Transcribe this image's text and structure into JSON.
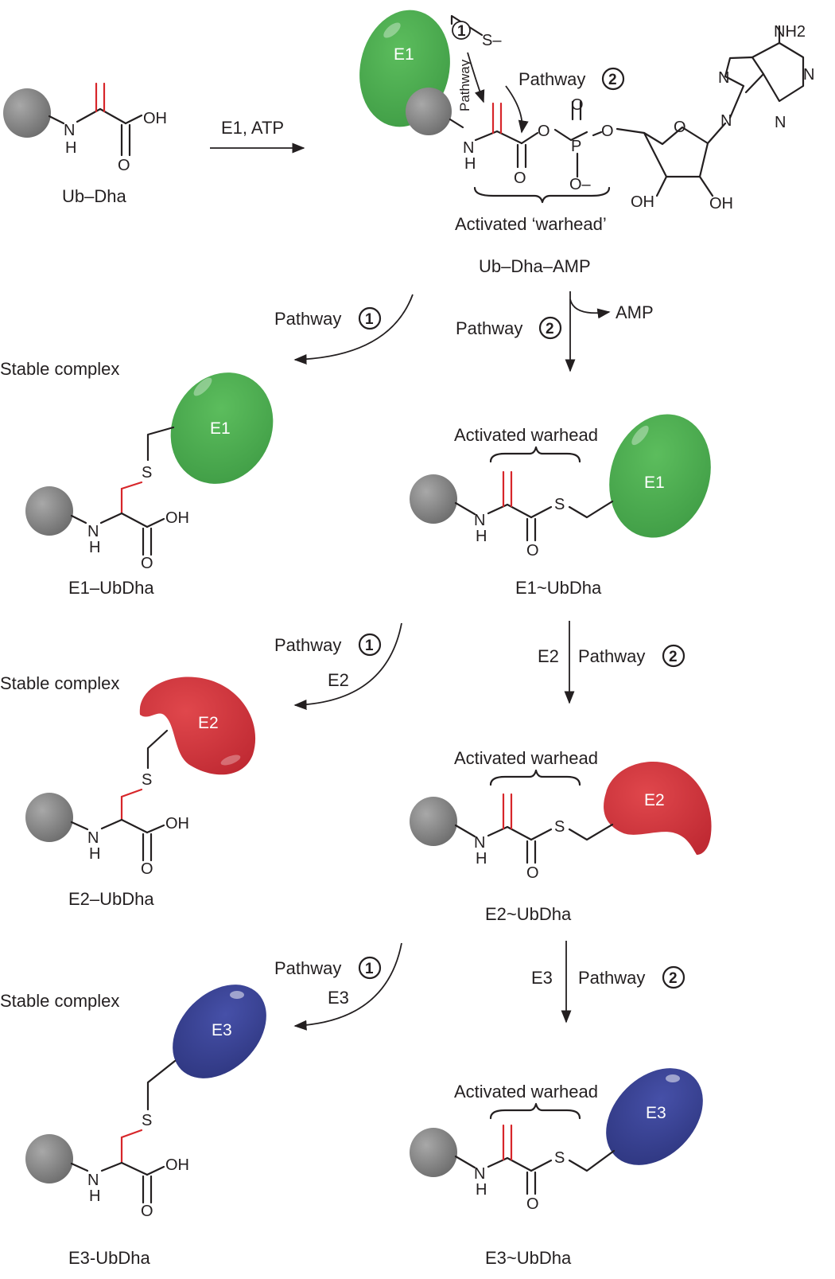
{
  "start": {
    "label": "Ub–Dha",
    "reagents": "E1, ATP"
  },
  "amp_complex": {
    "label": "Ub–Dha–AMP",
    "warhead_label": "Activated ‘warhead’",
    "enzyme": "E1",
    "pathway_small": "Pathway",
    "pathway_right": "Pathway",
    "atoms": {
      "nh2": "NH2",
      "oh": "OH",
      "o": "O",
      "p": "P",
      "o_minus": "O–",
      "s_minus": "S–",
      "n": "N",
      "h": "H"
    }
  },
  "pathway_word": "Pathway",
  "marks": {
    "one": "1",
    "two": "2"
  },
  "side_amp": "AMP",
  "stable_complex": "Stable complex",
  "activated_warhead": "Activated warhead",
  "reagent_e2": "E2",
  "reagent_e3": "E3",
  "left": [
    {
      "enzyme": "E1",
      "label": "E1–UbDha",
      "color": "#4caf50"
    },
    {
      "enzyme": "E2",
      "label": "E2–UbDha",
      "color": "#d9363e"
    },
    {
      "enzyme": "E3",
      "label": "E3-UbDha",
      "color": "#3d4699"
    }
  ],
  "right": [
    {
      "enzyme": "E1",
      "label": "E1~UbDha",
      "color": "#4caf50"
    },
    {
      "enzyme": "E2",
      "label": "E2~UbDha",
      "color": "#d9363e"
    },
    {
      "enzyme": "E3",
      "label": "E3~UbDha",
      "color": "#3d4699"
    }
  ],
  "colors": {
    "ub_ball": "#7f7f7f",
    "dha_red": "#d7262a",
    "e1": "#4caf50",
    "e2": "#d9363e",
    "e3": "#3d4699"
  }
}
